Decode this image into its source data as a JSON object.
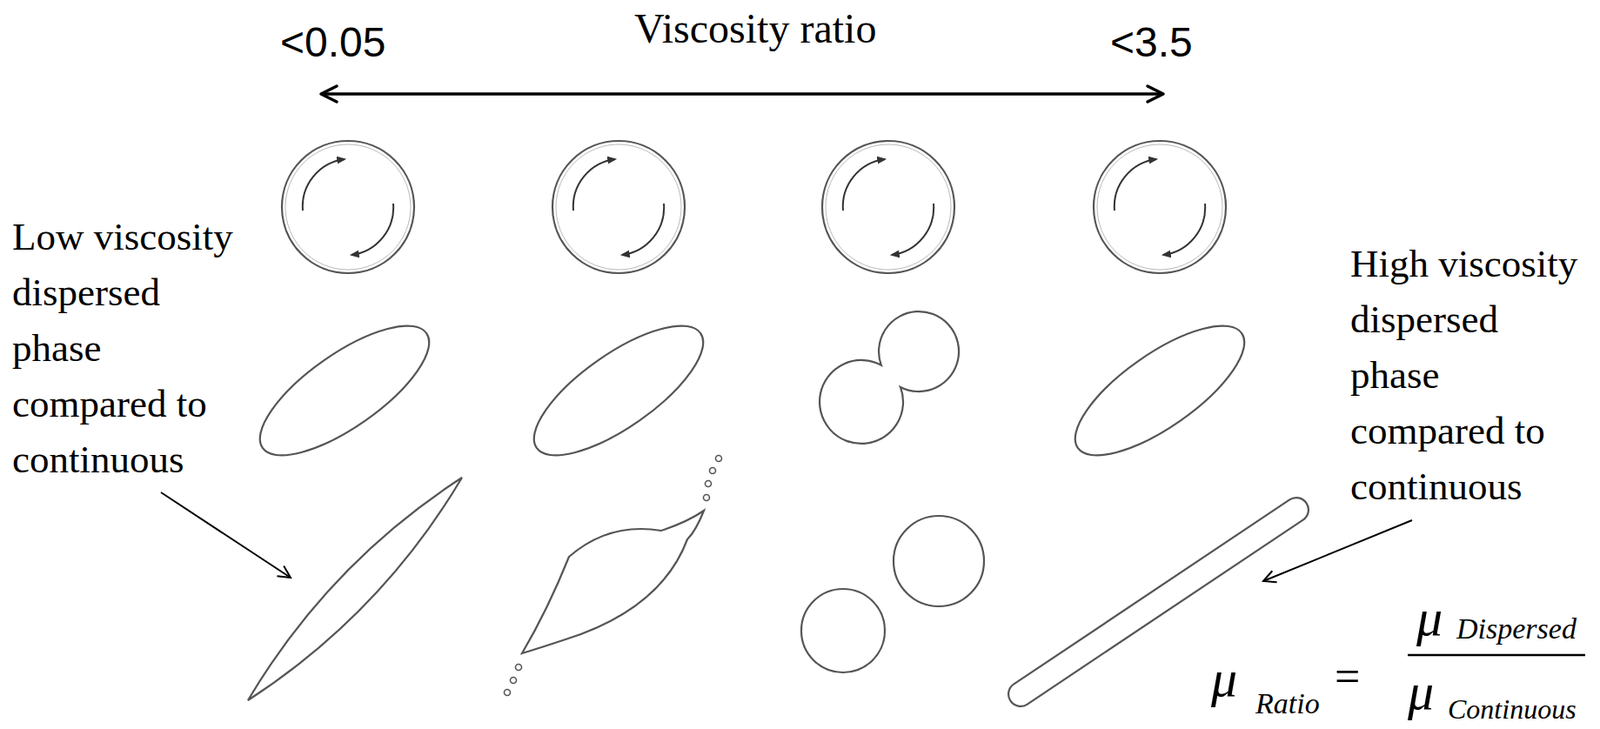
{
  "diagram": {
    "labels": [
      "<0.05",
      "Viscosity ratio",
      "<3.5",
      "Low viscosity dispersed phase compared to continuous",
      "High viscosity dispersed phase compared to continuous",
      "μ",
      "Ratio",
      "=",
      "μ",
      "Dispersed",
      "μ",
      "Continuous"
    ]
  }
}
